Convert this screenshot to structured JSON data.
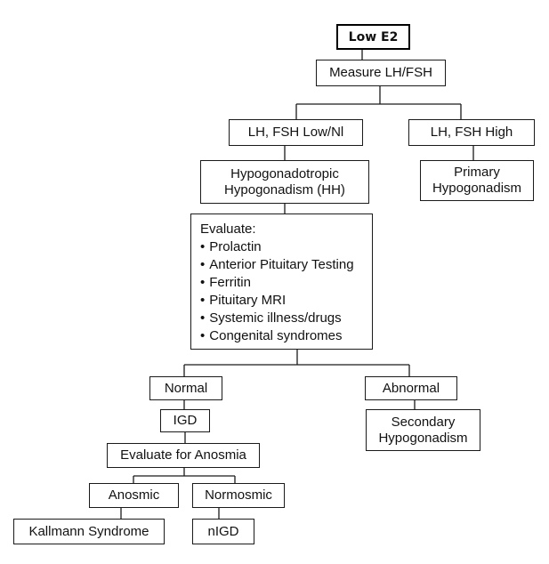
{
  "flowchart": {
    "root": "Low E2",
    "measure": "Measure LH/FSH",
    "low_branch": "LH, FSH Low/Nl",
    "high_branch": "LH, FSH High",
    "hh": [
      "Hypogonadotropic",
      "Hypogonadism (HH)"
    ],
    "primary": [
      "Primary",
      "Hypogonadism"
    ],
    "evaluate": {
      "title": "Evaluate:",
      "items": [
        "Prolactin",
        "Anterior Pituitary Testing",
        "Ferritin",
        "Pituitary MRI",
        "Systemic illness/drugs",
        "Congenital syndromes"
      ]
    },
    "normal": "Normal",
    "abnormal": "Abnormal",
    "igd": "IGD",
    "secondary": [
      "Secondary",
      "Hypogonadism"
    ],
    "anosmia_eval": "Evaluate for Anosmia",
    "anosmic": "Anosmic",
    "normosmic": "Normosmic",
    "kallmann": "Kallmann Syndrome",
    "nigd": "nIGD"
  }
}
